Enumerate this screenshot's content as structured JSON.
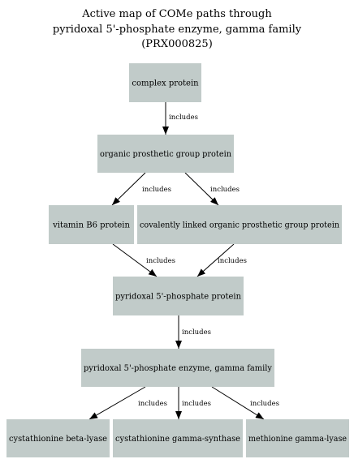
{
  "title": {
    "lines": [
      "Active map of COMe paths through",
      "pyridoxal 5'-phosphate enzyme, gamma family",
      "(PRX000825)"
    ]
  },
  "colors": {
    "node_fill": "#c1cbc9",
    "edge": "#000000",
    "text": "#000000",
    "background": "#ffffff"
  },
  "nodes": [
    {
      "id": "complex-protein",
      "label": "complex protein"
    },
    {
      "id": "organic-prosthetic-group-protein",
      "label": "organic prosthetic group protein"
    },
    {
      "id": "vitamin-b6-protein",
      "label": "vitamin B6 protein"
    },
    {
      "id": "covalently-linked-organic-prosthetic-group-protein",
      "label": "covalently linked organic prosthetic group protein"
    },
    {
      "id": "pyridoxal-5-phosphate-protein",
      "label": "pyridoxal 5'-phosphate protein"
    },
    {
      "id": "pyridoxal-5-phosphate-enzyme-gamma-family",
      "label": "pyridoxal 5'-phosphate enzyme, gamma family"
    },
    {
      "id": "cystathionine-beta-lyase",
      "label": "cystathionine beta-lyase"
    },
    {
      "id": "cystathionine-gamma-synthase",
      "label": "cystathionine gamma-synthase"
    },
    {
      "id": "methionine-gamma-lyase",
      "label": "methionine gamma-lyase"
    }
  ],
  "edges": [
    {
      "from": "complex-protein",
      "to": "organic-prosthetic-group-protein",
      "label": "includes"
    },
    {
      "from": "organic-prosthetic-group-protein",
      "to": "vitamin-b6-protein",
      "label": "includes"
    },
    {
      "from": "organic-prosthetic-group-protein",
      "to": "covalently-linked-organic-prosthetic-group-protein",
      "label": "includes"
    },
    {
      "from": "vitamin-b6-protein",
      "to": "pyridoxal-5-phosphate-protein",
      "label": "includes"
    },
    {
      "from": "covalently-linked-organic-prosthetic-group-protein",
      "to": "pyridoxal-5-phosphate-protein",
      "label": "includes"
    },
    {
      "from": "pyridoxal-5-phosphate-protein",
      "to": "pyridoxal-5-phosphate-enzyme-gamma-family",
      "label": "includes"
    },
    {
      "from": "pyridoxal-5-phosphate-enzyme-gamma-family",
      "to": "cystathionine-beta-lyase",
      "label": "includes"
    },
    {
      "from": "pyridoxal-5-phosphate-enzyme-gamma-family",
      "to": "cystathionine-gamma-synthase",
      "label": "includes"
    },
    {
      "from": "pyridoxal-5-phosphate-enzyme-gamma-family",
      "to": "methionine-gamma-lyase",
      "label": "includes"
    }
  ]
}
